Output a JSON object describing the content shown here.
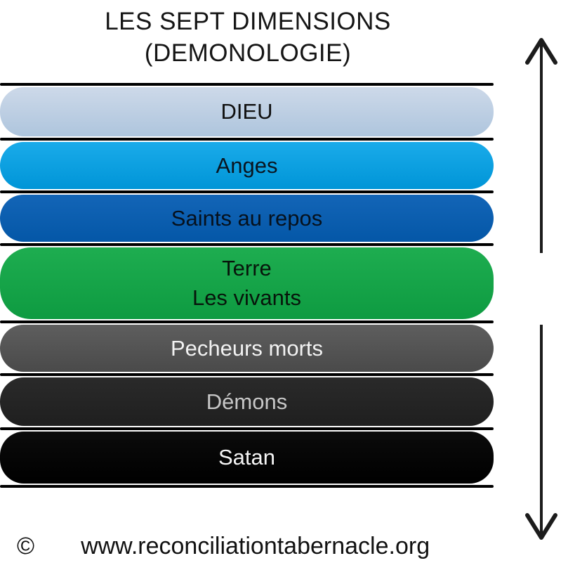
{
  "title": {
    "line1": "LES SEPT DIMENSIONS",
    "line2": "(DEMONOLOGIE)"
  },
  "levels": [
    {
      "name": "dieu",
      "line1": "DIEU",
      "line2": "",
      "color_top": "#cdd9e9",
      "color_bottom": "#aec5dd",
      "text_color": "#101010"
    },
    {
      "name": "anges",
      "line1": "Anges",
      "line2": "",
      "color_top": "#1aabea",
      "color_bottom": "#0095d7",
      "text_color": "#0a1520"
    },
    {
      "name": "saints-au-repos",
      "line1": "Saints au repos",
      "line2": "",
      "color_top": "#1365b7",
      "color_bottom": "#0457a7",
      "text_color": "#06111d"
    },
    {
      "name": "terre",
      "line1": "Terre",
      "line2": "Les vivants",
      "color_top": "#1ead50",
      "color_bottom": "#0e9b41",
      "text_color": "#07150b"
    },
    {
      "name": "pecheurs-morts",
      "line1": "Pecheurs morts",
      "line2": "",
      "color_top": "#5e5e5e",
      "color_bottom": "#4a4a4a",
      "text_color": "#f2f2f2"
    },
    {
      "name": "demons",
      "line1": "Démons",
      "line2": "",
      "color_top": "#2a2a2a",
      "color_bottom": "#1f1f1f",
      "text_color": "#c7c7c7"
    },
    {
      "name": "satan",
      "line1": "Satan",
      "line2": "",
      "color_top": "#0b0b0b",
      "color_bottom": "#000000",
      "text_color": "#f5f5f5"
    }
  ],
  "arrows": {
    "up": "up-arrow",
    "down": "down-arrow"
  },
  "footer": {
    "copyright": "©",
    "website": "www.reconciliationtabernacle.org"
  },
  "colors": {
    "separator": "#000000",
    "background": "#ffffff",
    "title_text": "#151515",
    "arrow": "#1c1c1c"
  }
}
